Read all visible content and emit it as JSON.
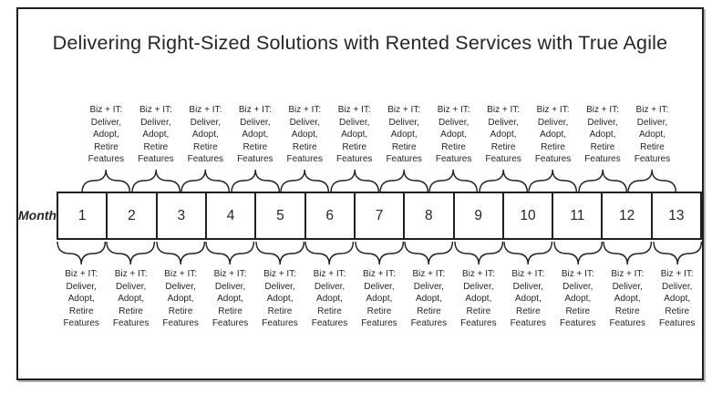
{
  "slide": {
    "title": "Delivering Right-Sized Solutions with Rented Services with True Agile",
    "background": "#ffffff",
    "ink_color": "#262626",
    "line_color": "#1f1f1f",
    "shadow_color": "#b5b5b5"
  },
  "timeline": {
    "axis_label": "Month",
    "months": [
      "1",
      "2",
      "3",
      "4",
      "5",
      "6",
      "7",
      "8",
      "9",
      "10",
      "11",
      "12",
      "13"
    ],
    "activity_lines": [
      "Biz + IT:",
      "Deliver,",
      "Adopt,",
      "Retire",
      "Features"
    ],
    "activity_text": "Biz + IT: Deliver, Adopt, Retire Features",
    "top_activity_columns": 12,
    "bottom_activity_columns": 13
  }
}
